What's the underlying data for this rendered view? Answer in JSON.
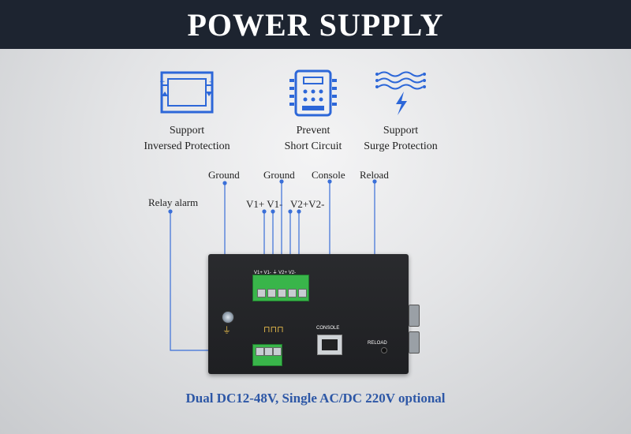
{
  "header": {
    "title": "POWER SUPPLY"
  },
  "features": [
    {
      "icon": "reverse-polarity-icon",
      "line1": "Support",
      "line2": "Inversed Protection"
    },
    {
      "icon": "circuit-chip-icon",
      "line1": "Prevent",
      "line2": "Short Circuit"
    },
    {
      "icon": "surge-wave-icon",
      "line1": "Support",
      "line2": "Surge Protection"
    }
  ],
  "callouts": {
    "ground_left": "Ground",
    "ground_right": "Ground",
    "console": "Console",
    "reload": "Reload",
    "relay": "Relay alarm",
    "v_pins": "V1+ V1-   V2+V2-"
  },
  "silkscreen": {
    "power_pins": "V1+ V1-  ⏚  V2+ V2-",
    "console": "CONSOLE",
    "reload": "RELOAD"
  },
  "footer": {
    "text": "Dual DC12-48V, Single AC/DC 220V optional"
  },
  "colors": {
    "header_bg": "#1d2430",
    "callout_line": "#3a6fd8",
    "footer_text": "#2d57a6",
    "terminal": "#39b54a"
  }
}
